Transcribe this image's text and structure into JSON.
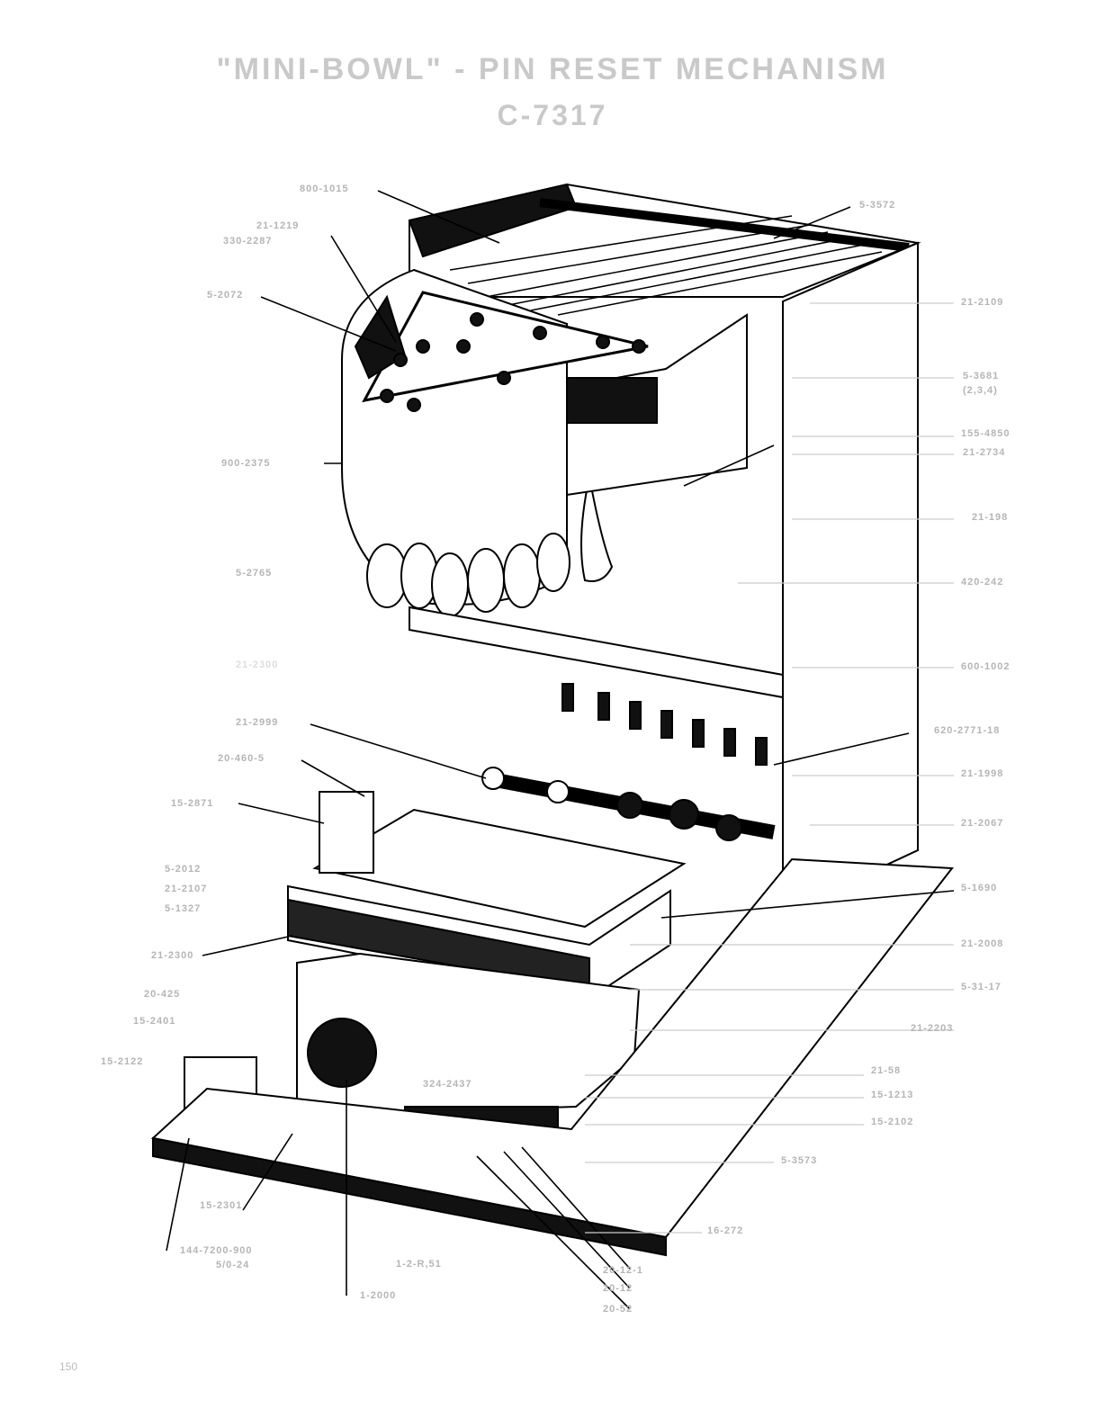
{
  "title": {
    "line1": "\"MINI-BOWL\" - PIN RESET MECHANISM",
    "line2": "C-7317"
  },
  "labels_left": [
    {
      "id": "l1",
      "text": "800-1015"
    },
    {
      "id": "l2",
      "text": "21-1219"
    },
    {
      "id": "l3",
      "text": "330-2287"
    },
    {
      "id": "l4",
      "text": "5-2072"
    },
    {
      "id": "l5",
      "text": "900-2375"
    },
    {
      "id": "l6",
      "text": "5-2765"
    },
    {
      "id": "l7",
      "text": "21-2300"
    },
    {
      "id": "l8",
      "text": "21-2999"
    },
    {
      "id": "l9",
      "text": "20-460-5"
    },
    {
      "id": "l10",
      "text": "15-2871"
    },
    {
      "id": "l11",
      "text": "5-2012"
    },
    {
      "id": "l12",
      "text": "21-2107"
    },
    {
      "id": "l13",
      "text": "5-1327"
    },
    {
      "id": "l14",
      "text": "21-2300"
    },
    {
      "id": "l15",
      "text": "20-425"
    },
    {
      "id": "l16",
      "text": "15-2401"
    },
    {
      "id": "l17",
      "text": "15-2122"
    },
    {
      "id": "l18",
      "text": "324-2437"
    },
    {
      "id": "l19",
      "text": "15-2301"
    },
    {
      "id": "l20",
      "text": "144-7200-900"
    },
    {
      "id": "l21",
      "text": "5/0-24"
    },
    {
      "id": "l22",
      "text": "1-2-R,51"
    },
    {
      "id": "l23",
      "text": "1-2000"
    }
  ],
  "labels_right": [
    {
      "id": "r1",
      "text": "5-3572"
    },
    {
      "id": "r2",
      "text": "21-2109"
    },
    {
      "id": "r3",
      "text": "5-3681"
    },
    {
      "id": "r4",
      "text": "(2,3,4)"
    },
    {
      "id": "r5",
      "text": "155-4850"
    },
    {
      "id": "r6",
      "text": "21-2734"
    },
    {
      "id": "r7",
      "text": "21-198"
    },
    {
      "id": "r8",
      "text": "420-242"
    },
    {
      "id": "r9",
      "text": "600-1002"
    },
    {
      "id": "r10",
      "text": "620-2771-18"
    },
    {
      "id": "r11",
      "text": "21-1998"
    },
    {
      "id": "r12",
      "text": "21-2067"
    },
    {
      "id": "r13",
      "text": "5-1690"
    },
    {
      "id": "r14",
      "text": "21-2008"
    },
    {
      "id": "r15",
      "text": "5-31-17"
    },
    {
      "id": "r16",
      "text": "21-2203"
    },
    {
      "id": "r17",
      "text": "21-58"
    },
    {
      "id": "r18",
      "text": "15-1213"
    },
    {
      "id": "r19",
      "text": "15-2102"
    },
    {
      "id": "r20",
      "text": "5-3573"
    },
    {
      "id": "r21",
      "text": "16-272"
    },
    {
      "id": "r22",
      "text": "20-12-1"
    },
    {
      "id": "r23",
      "text": "20-12"
    },
    {
      "id": "r24",
      "text": "20-52"
    }
  ],
  "page_number": "150"
}
